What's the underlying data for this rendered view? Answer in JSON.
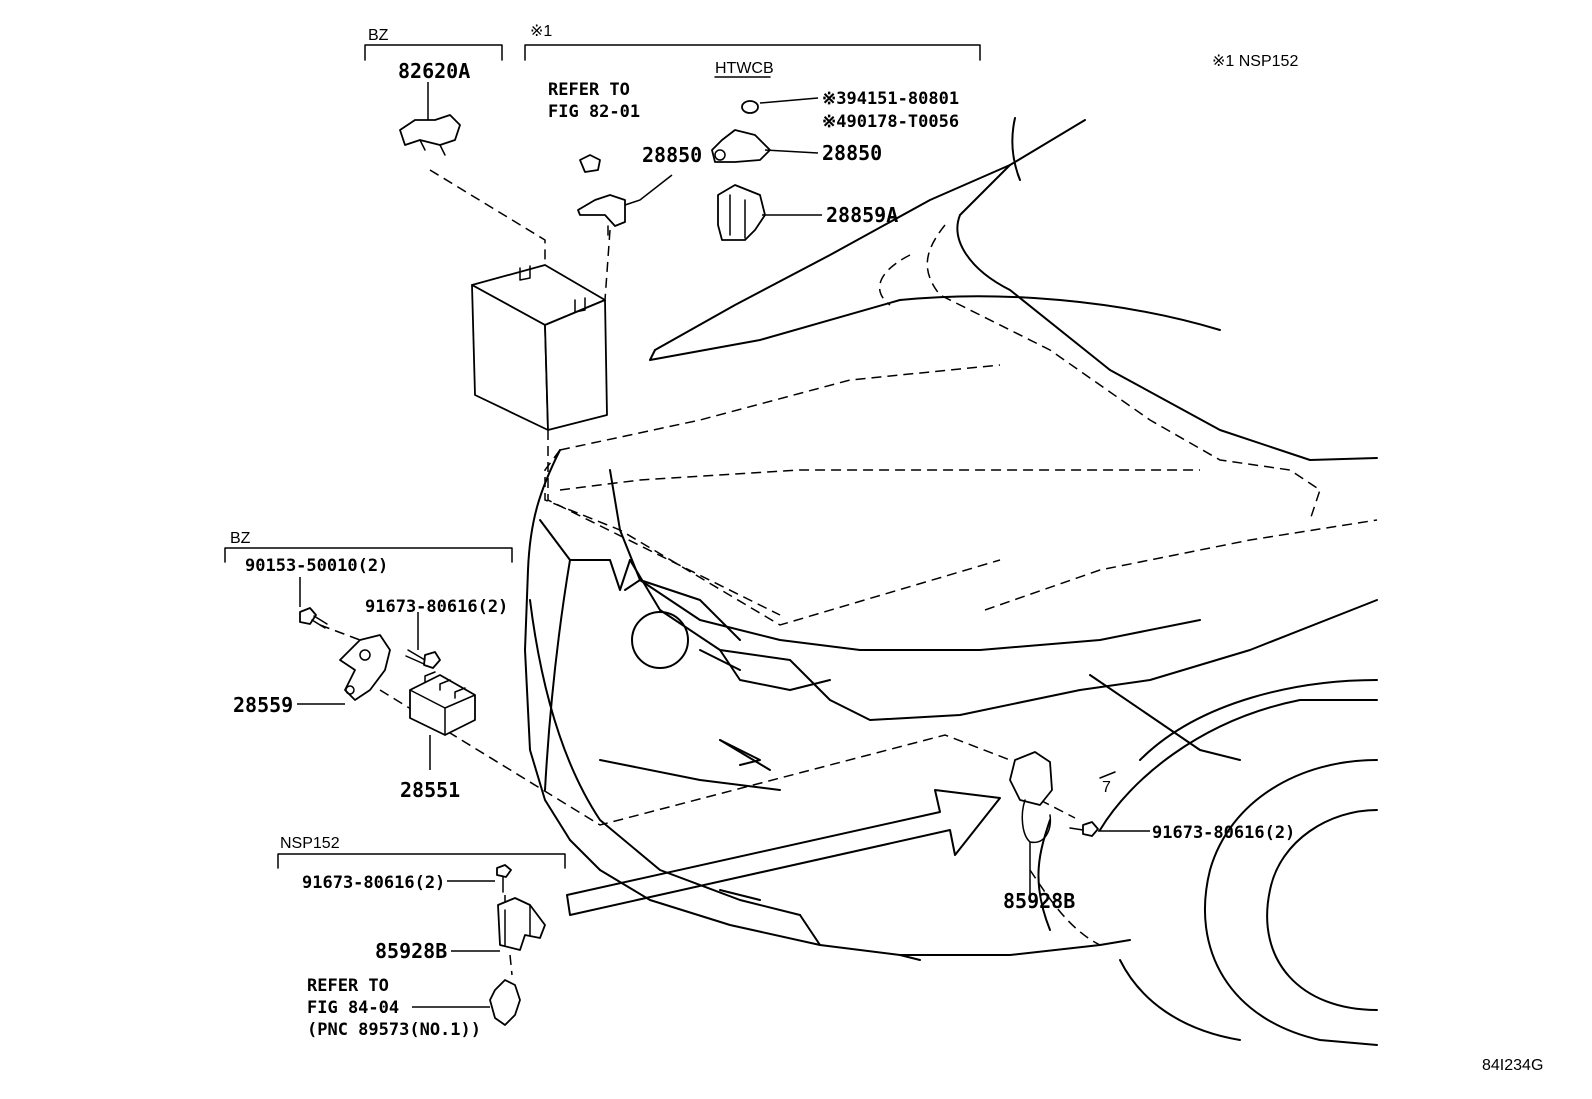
{
  "groups": {
    "bz_top": "BZ",
    "note1_top": "※1",
    "htwcb": "HTWCB",
    "bz_left": "BZ",
    "nsp152": "NSP152"
  },
  "note_legend": "※1  NSP152",
  "parts": {
    "p82620A": "82620A",
    "refer_fig82_line1": "REFER TO",
    "refer_fig82_line2": "FIG 82-01",
    "p28850_left": "28850",
    "p94151": "※394151-80801",
    "p90178": "※490178-T0056",
    "p28850_right": "28850",
    "p28859A": "28859A",
    "p90153": "90153-50010(2)",
    "p91673_a": "91673-80616(2)",
    "p28559": "28559",
    "p28551": "28551",
    "p91673_b": "91673-80616(2)",
    "p85928B_left": "85928B",
    "refer_fig84_line1": "REFER TO",
    "refer_fig84_line2": "FIG 84-04",
    "refer_fig84_line3": "(PNC 89573(NO.1))",
    "p91673_c": "91673-80616(2)",
    "p85928B_right": "85928B",
    "hood_mark": "7"
  },
  "figure_code": "84I234G"
}
